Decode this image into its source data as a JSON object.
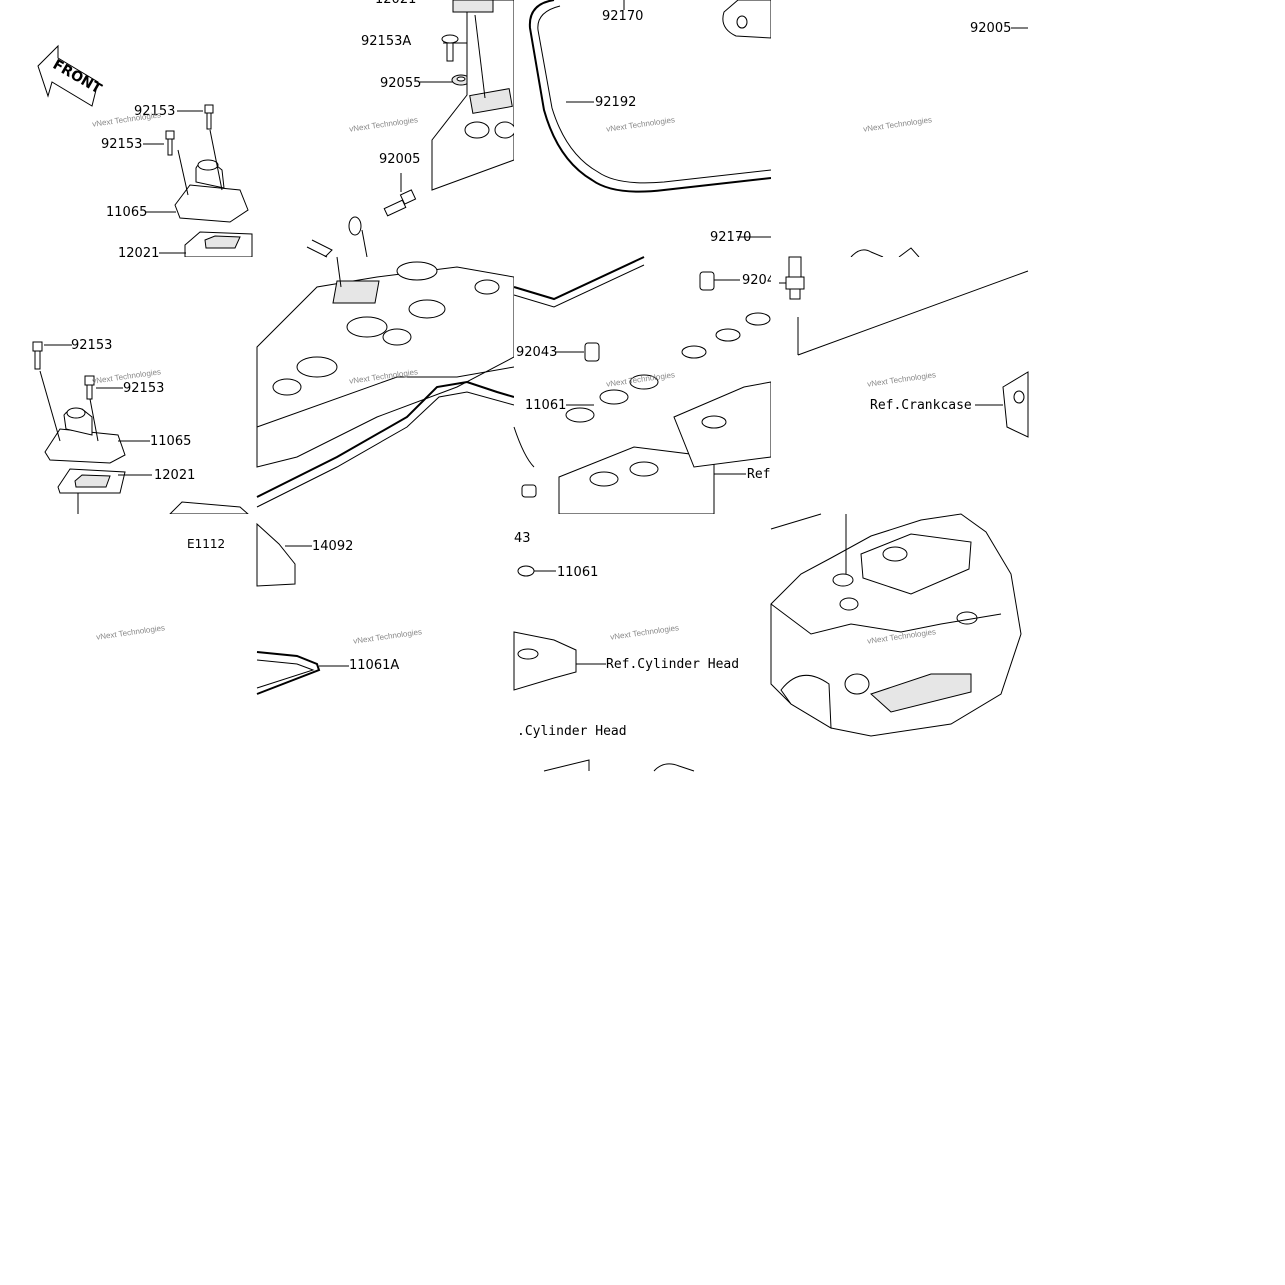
{
  "diagram": {
    "front_label": "FRONT",
    "diagram_code": "E1112",
    "watermark": "vNext Technologies",
    "part_labels": {
      "p12021_top": "12021",
      "p92170_top": "92170",
      "p92153a": "92153A",
      "p92055": "92055",
      "p92005_mid": "92005",
      "p92192": "92192",
      "p92005_right": "92005",
      "p92153_a": "92153",
      "p92153_b": "92153",
      "p11065_a": "11065",
      "p12021_a": "12021",
      "p92170_mid": "92170",
      "p9204x": "9204",
      "p92043": "92043",
      "p11061_a": "11061",
      "ref_a": "Ref",
      "ref_crankcase": "Ref.Crankcase",
      "p92153_c": "92153",
      "p92153_d": "92153",
      "p11065_b": "11065",
      "p12021_b": "12021",
      "p14092": "14092",
      "p43": "43",
      "p11061_b": "11061",
      "p11061a": "11061A",
      "ref_cyl_head_a": "Ref.Cylinder Head",
      "ref_cyl_head_b": ".Cylinder Head"
    }
  }
}
